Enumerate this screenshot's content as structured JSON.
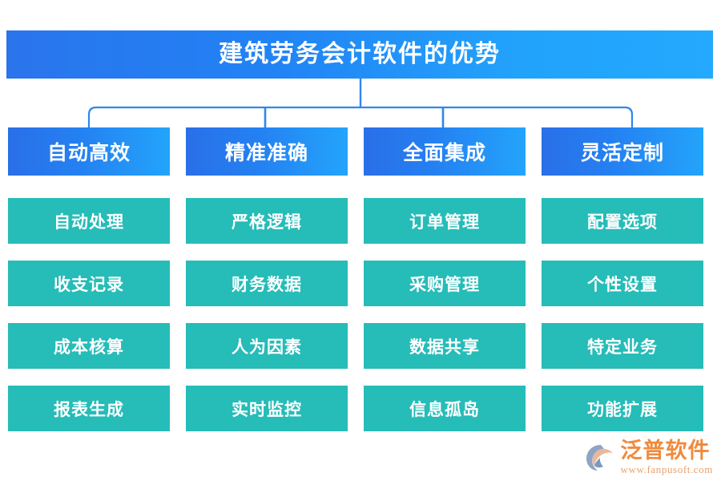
{
  "title": {
    "text": "建筑劳务会计软件的优势"
  },
  "colors": {
    "title_gradient_start": "#2a74ec",
    "title_gradient_end": "#23a9fe",
    "header_gradient_start": "#2a6fe8",
    "header_gradient_end": "#23a4fb",
    "item_teal": "#26bcb8",
    "connector_line": "#2f86f0",
    "logo_orange": "#f08a3c",
    "logo_url_color": "#e8a06a",
    "logo_mark_blue": "#8ea4c4",
    "logo_mark_peach": "#eab79c"
  },
  "columns": [
    {
      "header": "自动高效",
      "items": [
        "自动处理",
        "收支记录",
        "成本核算",
        "报表生成"
      ]
    },
    {
      "header": "精准准确",
      "items": [
        "严格逻辑",
        "财务数据",
        "人为因素",
        "实时监控"
      ]
    },
    {
      "header": "全面集成",
      "items": [
        "订单管理",
        "采购管理",
        "数据共享",
        "信息孤岛"
      ]
    },
    {
      "header": "灵活定制",
      "items": [
        "配置选项",
        "个性设置",
        "特定业务",
        "功能扩展"
      ]
    }
  ],
  "logo": {
    "name": "泛普软件",
    "url": "www.fanpusoft.com",
    "mark": "swirl-logo-icon"
  }
}
